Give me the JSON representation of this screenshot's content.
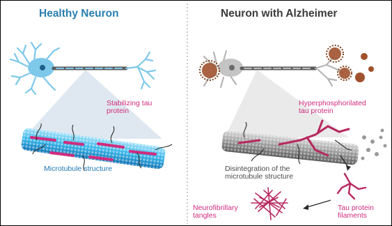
{
  "healthy": {
    "title": "Healthy Neuron",
    "tau_label": [
      "Stabilizing tau",
      "protein"
    ],
    "microtubule_label": "Microtubule structure"
  },
  "alzheimer": {
    "title": "Neuron with Alzheimer",
    "hyper_label": [
      "Hyperphosphorilated",
      "tau protein"
    ],
    "disintegration_label": [
      "Disintegration of the",
      "microtubule structure"
    ],
    "tangles_label": [
      "Neurofibrillary",
      "tangles"
    ],
    "filaments_label": [
      "Tau protein",
      "filaments"
    ]
  },
  "colors": {
    "healthy_title": "#2a7fb0",
    "blue_neuron": "#7ec8ea",
    "microtubule": "#35b4e8",
    "tau": "#d02c7e",
    "plaque": "#a0522d"
  }
}
